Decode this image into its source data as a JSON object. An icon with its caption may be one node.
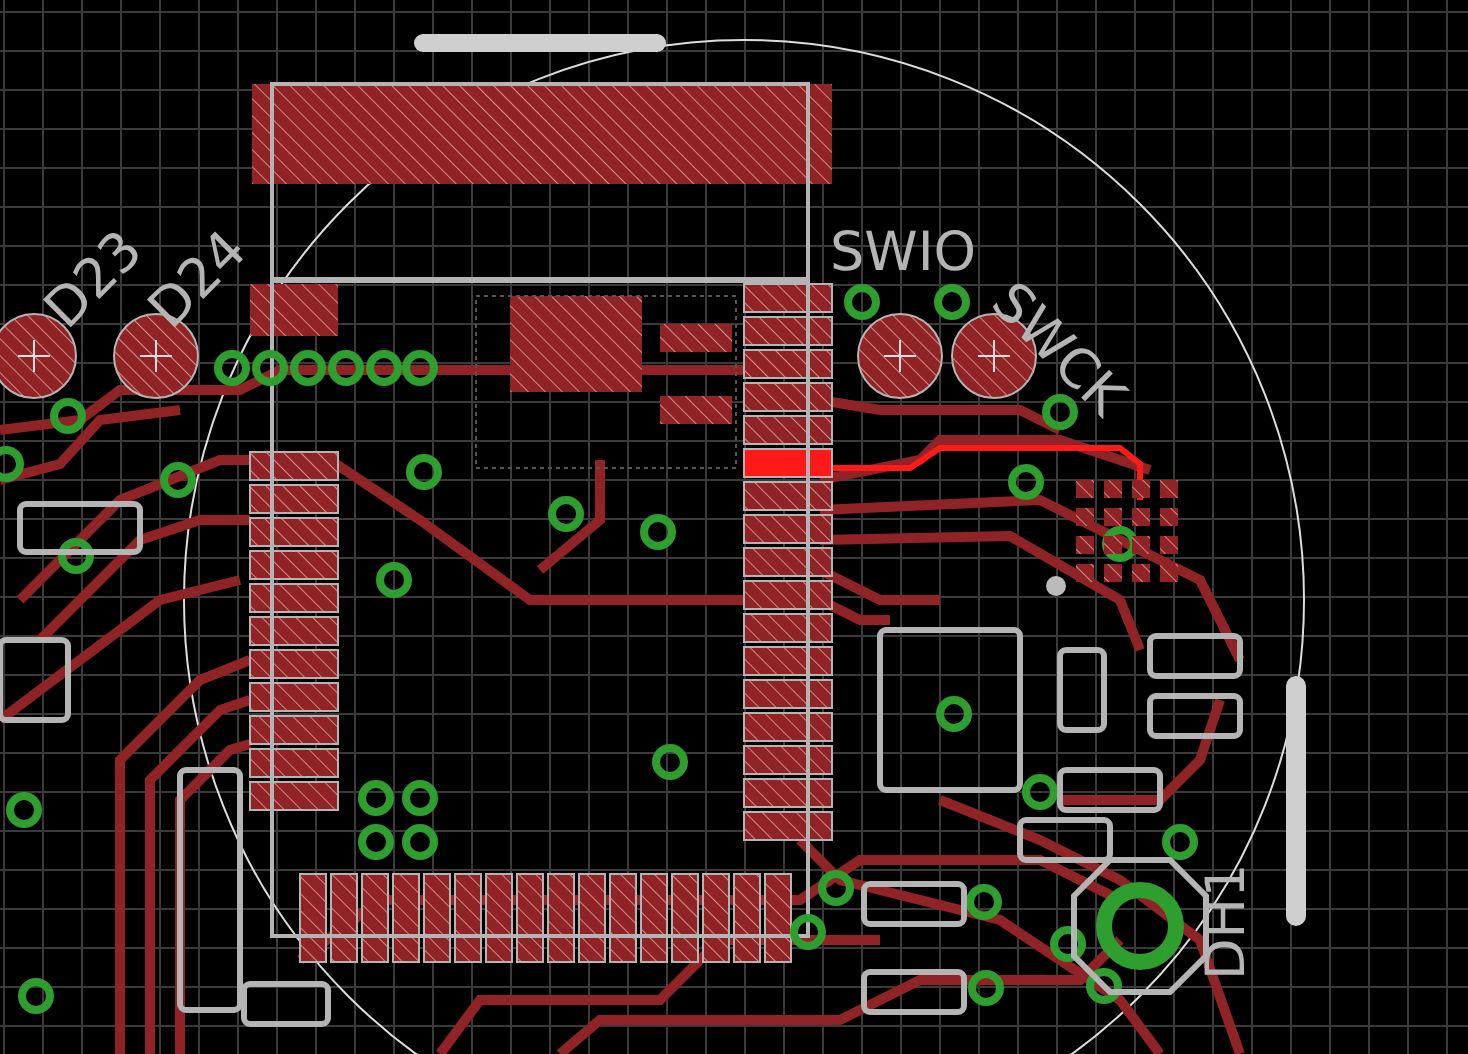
{
  "diagram": {
    "labels": [
      "D23",
      "D24",
      "SWIO",
      "SWCK",
      "DH1"
    ]
  }
}
